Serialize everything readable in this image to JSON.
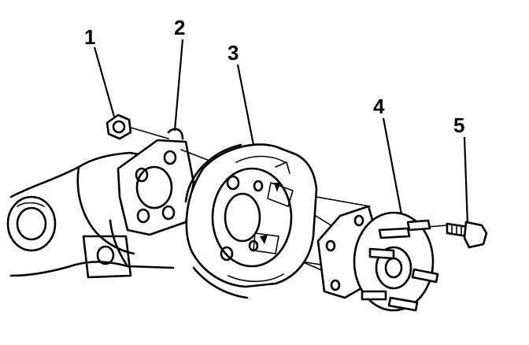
{
  "callouts": [
    {
      "id": "1",
      "label": "1",
      "part": "nut"
    },
    {
      "id": "2",
      "label": "2",
      "part": "knuckle-bracket"
    },
    {
      "id": "3",
      "label": "3",
      "part": "backing-plate"
    },
    {
      "id": "4",
      "label": "4",
      "part": "hub-bearing"
    },
    {
      "id": "5",
      "label": "5",
      "part": "bolt"
    }
  ],
  "colors": {
    "ink": "#000000",
    "paper": "#ffffff"
  }
}
